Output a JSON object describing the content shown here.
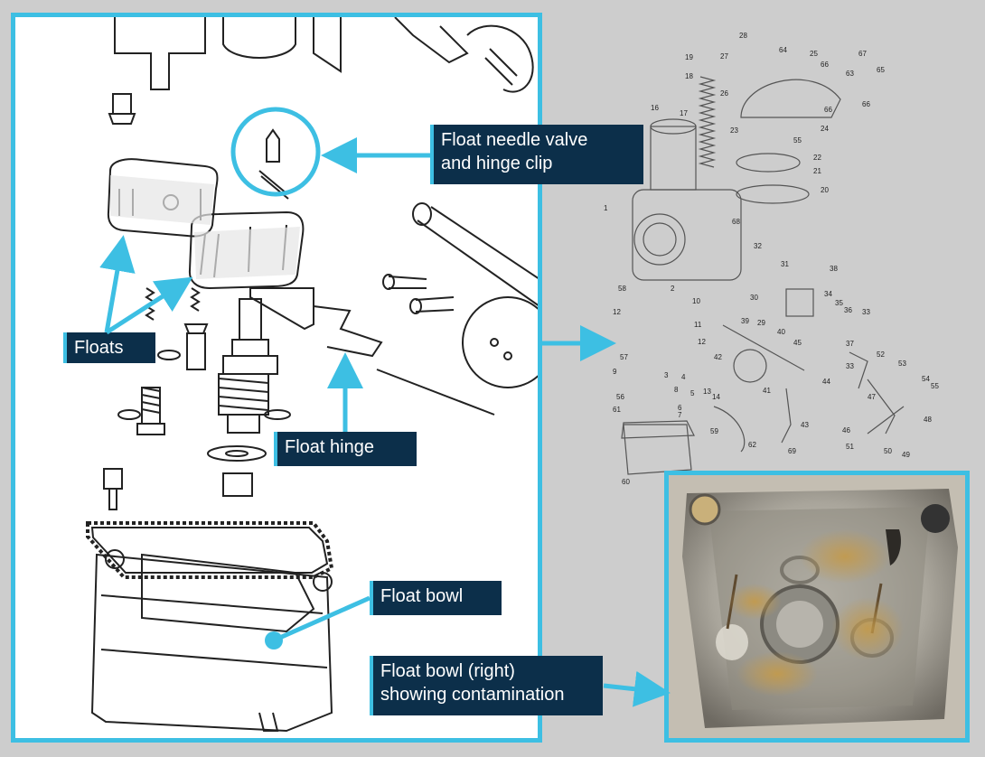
{
  "accent_color": "#3dbfe3",
  "callout_background": "#0c2f4a",
  "callouts": {
    "needle_valve": "Float needle valve\nand hinge clip",
    "floats": "Floats",
    "float_hinge": "Float hinge",
    "float_bowl": "Float bowl",
    "float_bowl_right": "Float bowl (right)\nshowing contamination"
  },
  "part_numbers": [
    "1",
    "2",
    "3",
    "4",
    "5",
    "6",
    "7",
    "8",
    "9",
    "10",
    "11",
    "12",
    "13",
    "14",
    "16",
    "17",
    "18",
    "19",
    "20",
    "21",
    "22",
    "23",
    "24",
    "25",
    "26",
    "27",
    "28",
    "29",
    "30",
    "31",
    "32",
    "33",
    "34",
    "35",
    "36",
    "37",
    "38",
    "39",
    "40",
    "41",
    "42",
    "43",
    "44",
    "45",
    "46",
    "47",
    "48",
    "49",
    "50",
    "51",
    "52",
    "53",
    "54",
    "55",
    "56",
    "57",
    "58",
    "59",
    "60",
    "61",
    "62",
    "63",
    "64",
    "65",
    "66",
    "67",
    "68",
    "69"
  ]
}
